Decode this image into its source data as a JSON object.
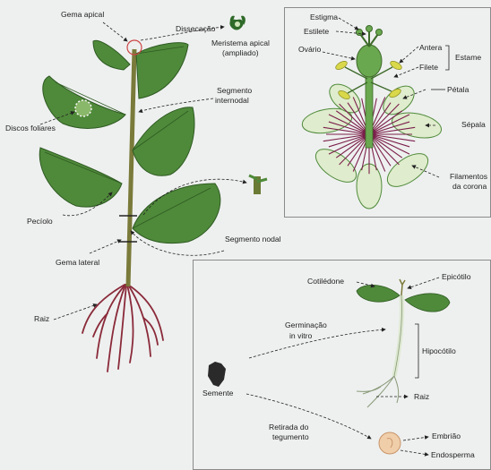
{
  "plant": {
    "gema_apical": "Gema apical",
    "disseccao": "Dissecação",
    "meristema_1": "Meristema apical",
    "meristema_2": "(ampliado)",
    "segmento_internodal_1": "Segmento",
    "segmento_internodal_2": "internodal",
    "discos_foliares": "Discos foliares",
    "peciolo": "Pecíolo",
    "segmento_nodal": "Segmento nodal",
    "gema_lateral": "Gema lateral",
    "raiz": "Raiz"
  },
  "flower": {
    "estigma": "Estigma",
    "estilete": "Estilete",
    "ovario": "Ovário",
    "antera": "Antera",
    "filete": "Filete",
    "estame": "Estame",
    "petala": "Pétala",
    "sepala": "Sépala",
    "filamentos_1": "Filamentos",
    "filamentos_2": "da corona"
  },
  "seedling": {
    "cotiledone": "Cotilédone",
    "epicotilo": "Epicótilo",
    "germinacao_1": "Germinação",
    "germinacao_2": "in vitro",
    "hipocotilo": "Hipocótilo",
    "raiz": "Raiz",
    "semente": "Semente",
    "retirada_1": "Retirada do",
    "retirada_2": "tegumento",
    "embriao": "Embrião",
    "endosperma": "Endosperma"
  },
  "colors": {
    "leaf": "#4f8a3a",
    "stem": "#7a7a3a",
    "root": "#8a2a3a",
    "flower_green": "#6aa84f",
    "corona": "#7a1f4a"
  }
}
